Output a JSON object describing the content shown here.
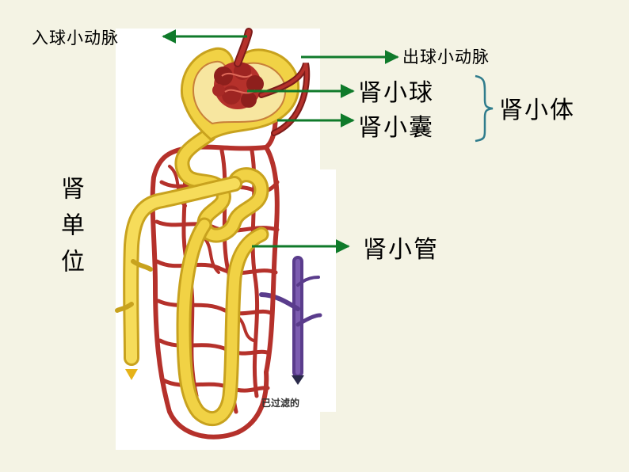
{
  "labels": {
    "afferent_arteriole": "入球小动脉",
    "efferent_arteriole": "出球小动脉",
    "glomerulus": "肾小球",
    "bowmans_capsule": "肾小囊",
    "renal_corpuscle": "肾小体",
    "renal_tubule": "肾小管",
    "nephron": "肾单位"
  },
  "image_caption": "已过滤的",
  "colors": {
    "background": "#f4f3e4",
    "photo_background": "#ffffff",
    "arrow": "#0f7a2a",
    "brace": "#2f7c8c",
    "vessel_red": "#b5312b",
    "vessel_dark_red": "#7d1c1a",
    "tubule_yellow": "#f1d245",
    "tubule_edge": "#c8a21e",
    "vein_purple": "#5a3c8c"
  }
}
